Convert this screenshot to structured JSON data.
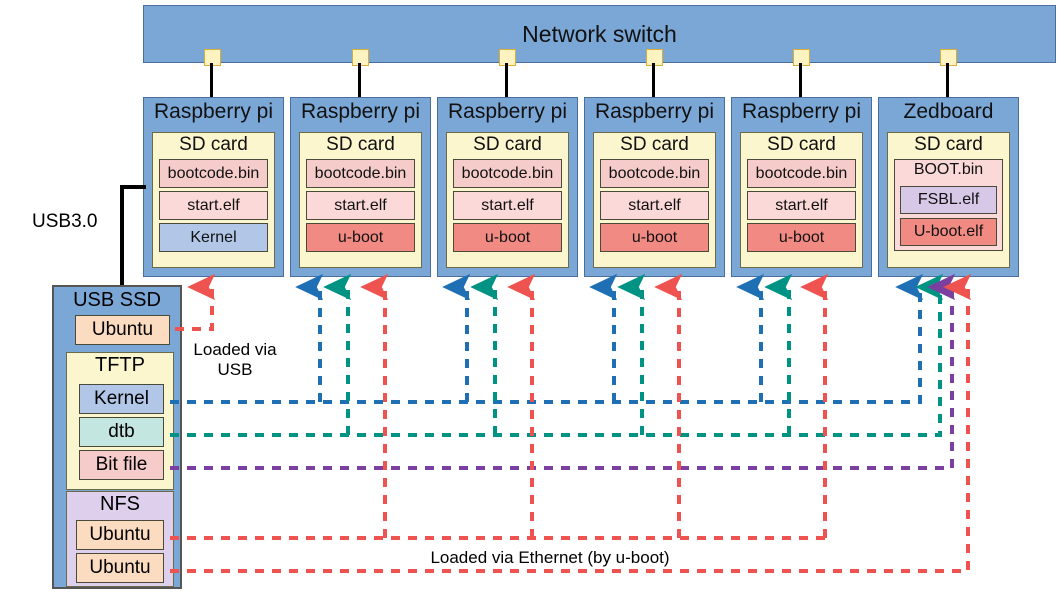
{
  "diagram": {
    "title_text": "Network switch",
    "switch": {
      "label": "Network switch",
      "port_count": 6,
      "port_color": "#fdf3c0",
      "body_color": "#7ba7d7"
    },
    "boards": [
      {
        "name": "Raspberry pi",
        "storage_label": "SD card",
        "chips": [
          {
            "label": "bootcode.bin",
            "color": "#f6cccb"
          },
          {
            "label": "start.elf",
            "color": "#fbd9d8"
          },
          {
            "label": "Kernel",
            "color": "#b2c7e8"
          }
        ],
        "arrows": [
          "red"
        ]
      },
      {
        "name": "Raspberry pi",
        "storage_label": "SD card",
        "chips": [
          {
            "label": "bootcode.bin",
            "color": "#f6cccb"
          },
          {
            "label": "start.elf",
            "color": "#fbd9d8"
          },
          {
            "label": "u-boot",
            "color": "#f08a82"
          }
        ],
        "arrows": [
          "blue",
          "teal",
          "red"
        ]
      },
      {
        "name": "Raspberry pi",
        "storage_label": "SD card",
        "chips": [
          {
            "label": "bootcode.bin",
            "color": "#f6cccb"
          },
          {
            "label": "start.elf",
            "color": "#fbd9d8"
          },
          {
            "label": "u-boot",
            "color": "#f08a82"
          }
        ],
        "arrows": [
          "blue",
          "teal",
          "red"
        ]
      },
      {
        "name": "Raspberry pi",
        "storage_label": "SD card",
        "chips": [
          {
            "label": "bootcode.bin",
            "color": "#f6cccb"
          },
          {
            "label": "start.elf",
            "color": "#fbd9d8"
          },
          {
            "label": "u-boot",
            "color": "#f08a82"
          }
        ],
        "arrows": [
          "blue",
          "teal",
          "red"
        ]
      },
      {
        "name": "Raspberry pi",
        "storage_label": "SD card",
        "chips": [
          {
            "label": "bootcode.bin",
            "color": "#f6cccb"
          },
          {
            "label": "start.elf",
            "color": "#fbd9d8"
          },
          {
            "label": "u-boot",
            "color": "#f08a82"
          }
        ],
        "arrows": [
          "blue",
          "teal",
          "red"
        ]
      },
      {
        "name": "Zedboard",
        "storage_label": "SD card",
        "boot_container": "BOOT.bin",
        "chips": [
          {
            "label": "FSBL.elf",
            "color": "#d8c8e8"
          },
          {
            "label": "U-boot.elf",
            "color": "#f08a82"
          }
        ],
        "arrows": [
          "blue",
          "teal",
          "purple",
          "red"
        ]
      }
    ],
    "ssd": {
      "label": "USB SSD",
      "root_item": {
        "label": "Ubuntu",
        "color": "#fcdcc0"
      },
      "tftp": {
        "label": "TFTP",
        "items": [
          {
            "label": "Kernel",
            "color": "#b2c7e8",
            "wire": "blue"
          },
          {
            "label": "dtb",
            "color": "#c3e6e1",
            "wire": "teal"
          },
          {
            "label": "Bit file",
            "color": "#f6cccb",
            "wire": "purple"
          }
        ]
      },
      "nfs": {
        "label": "NFS",
        "items": [
          {
            "label": "Ubuntu",
            "color": "#fcdcc0",
            "wire": "red"
          },
          {
            "label": "Ubuntu",
            "color": "#fcdcc0",
            "wire": "red"
          }
        ]
      }
    },
    "labels": {
      "usb3": "USB3.0",
      "loaded_via_usb_line1": "Loaded via",
      "loaded_via_usb_line2": "USB",
      "loaded_via_ethernet": "Loaded via Ethernet (by u-boot)"
    },
    "wire_colors": {
      "blue": "#1f6fb5",
      "teal": "#009383",
      "purple": "#7b3fa0",
      "red": "#ef5350",
      "black": "#000000"
    }
  }
}
